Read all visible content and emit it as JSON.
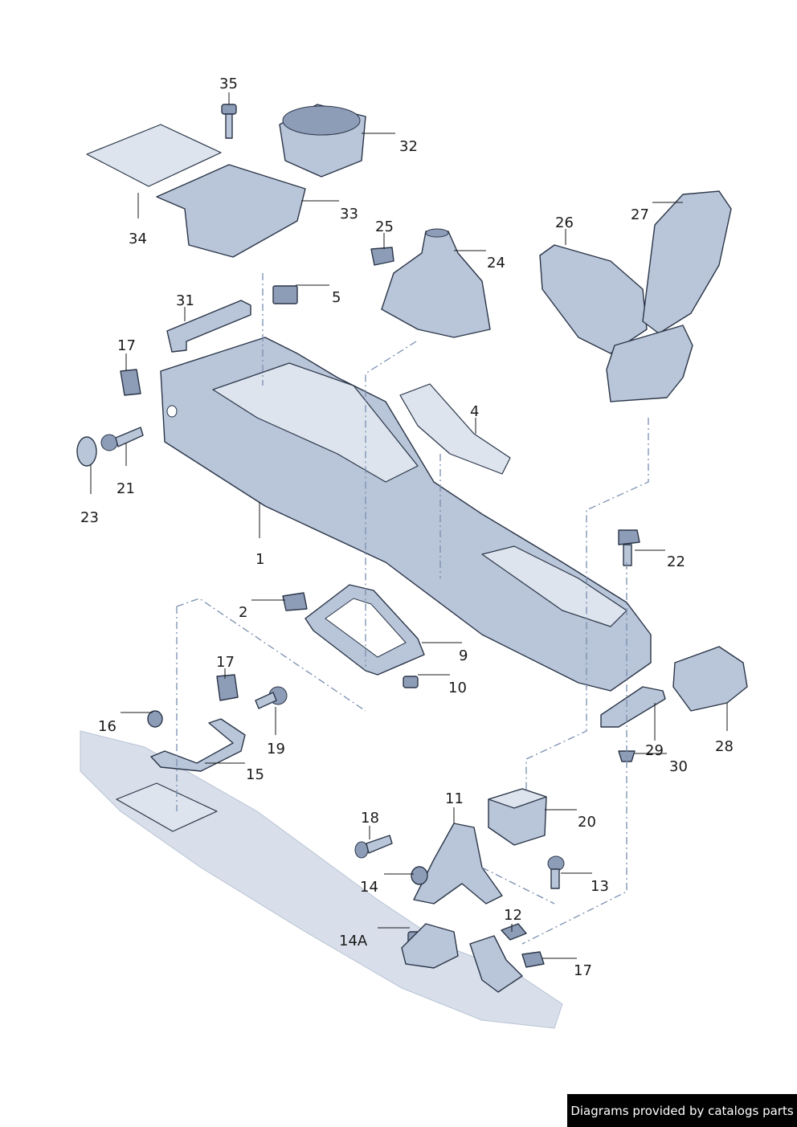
{
  "labels": {
    "p1": "1",
    "p2": "2",
    "p4": "4",
    "p5": "5",
    "p9": "9",
    "p10": "10",
    "p11": "11",
    "p12": "12",
    "p13": "13",
    "p14": "14",
    "p14a": "14A",
    "p15": "15",
    "p16": "16",
    "p17a": "17",
    "p17b": "17",
    "p17c": "17",
    "p18": "18",
    "p19": "19",
    "p20": "20",
    "p21": "21",
    "p22": "22",
    "p23": "23",
    "p24": "24",
    "p25": "25",
    "p26": "26",
    "p27": "27",
    "p28": "28",
    "p29": "29",
    "p30": "30",
    "p31": "31",
    "p32": "32",
    "p33": "33",
    "p34": "34",
    "p35": "35"
  },
  "credit": "Diagrams provided by catalogs parts",
  "colors": {
    "part": "#b9c5d8",
    "outline": "#2a3548",
    "dash": "#7a8fb0",
    "credit_bg": "#000000"
  }
}
